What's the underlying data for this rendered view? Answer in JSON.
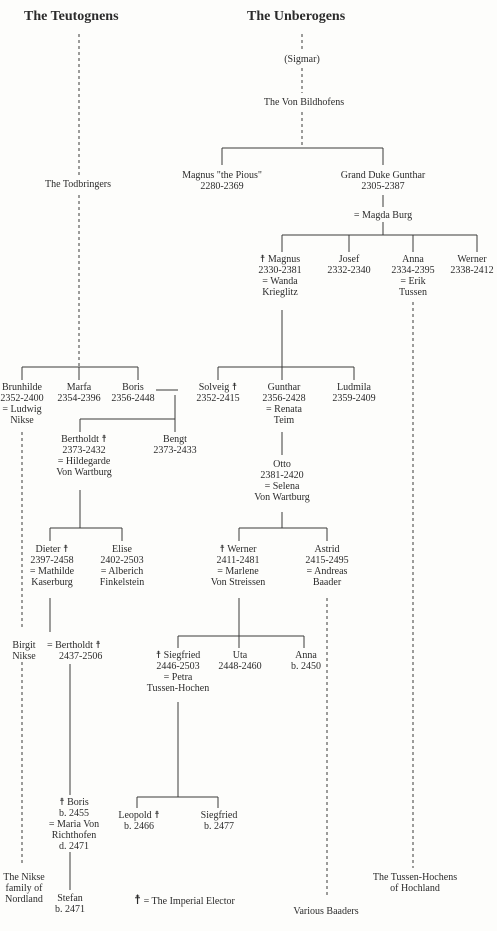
{
  "houses": {
    "teutognens": "The Teutognens",
    "unberogens": "The Unberogens"
  },
  "legend": {
    "symbol": "☨",
    "text": "= The Imperial Elector"
  },
  "people": {
    "sigmar": {
      "lines": [
        "(Sigmar)"
      ]
    },
    "von_bildhofens": {
      "lines": [
        "The Von Bildhofens"
      ]
    },
    "todbringers": {
      "lines": [
        "The Todbringers"
      ]
    },
    "magnus_pious": {
      "lines": [
        "Magnus \"the Pious\"",
        "2280-2369"
      ]
    },
    "gunthar_duke": {
      "lines": [
        "Grand Duke Gunthar",
        "2305-2387"
      ]
    },
    "magda": {
      "lines": [
        "= Magda Burg"
      ]
    },
    "magnus_2330": {
      "elector": true,
      "lines": [
        "Magnus",
        "2330-2381",
        "= Wanda",
        "Krieglitz"
      ]
    },
    "josef": {
      "lines": [
        "Josef",
        "2332-2340"
      ]
    },
    "anna_2334": {
      "lines": [
        "Anna",
        "2334-2395",
        "= Erik",
        "Tussen"
      ]
    },
    "werner_2338": {
      "lines": [
        "Werner",
        "2338-2412"
      ]
    },
    "brunhilde": {
      "lines": [
        "Brunhilde",
        "2352-2400",
        "= Ludwig",
        "Nikse"
      ]
    },
    "marfa": {
      "lines": [
        "Marfa",
        "2354-2396"
      ]
    },
    "boris_2356": {
      "lines": [
        "Boris",
        "2356-2448"
      ]
    },
    "solveig": {
      "elector": true,
      "lines": [
        "Solveig",
        "2352-2415"
      ]
    },
    "gunthar_2356": {
      "lines": [
        "Gunthar",
        "2356-2428",
        "= Renata",
        "Teim"
      ]
    },
    "ludmila": {
      "lines": [
        "Ludmila",
        "2359-2409"
      ]
    },
    "bertholdt_2373": {
      "elector": true,
      "lines": [
        "Bertholdt",
        "2373-2432",
        "= Hildegarde",
        "Von Wartburg"
      ]
    },
    "bengt": {
      "lines": [
        "Bengt",
        "2373-2433"
      ]
    },
    "otto": {
      "lines": [
        "Otto",
        "2381-2420",
        "= Selena",
        "Von Wartburg"
      ]
    },
    "dieter": {
      "elector": true,
      "lines": [
        "Dieter",
        "2397-2458",
        "= Mathilde",
        "Kaserburg"
      ]
    },
    "elise": {
      "lines": [
        "Elise",
        "2402-2503",
        "= Alberich",
        "Finkelstein"
      ]
    },
    "werner_2411": {
      "elector": true,
      "lines": [
        "Werner",
        "2411-2481",
        "= Marlene",
        "Von Streissen"
      ]
    },
    "astrid": {
      "lines": [
        "Astrid",
        "2415-2495",
        "= Andreas",
        "Baader"
      ]
    },
    "birgit": {
      "lines": [
        "Birgit",
        "Nikse"
      ]
    },
    "bertholdt_2437": {
      "elector": true,
      "lines": [
        "= Bertholdt",
        "2437-2506"
      ]
    },
    "siegfried_2446": {
      "elector": true,
      "lines": [
        "Siegfried",
        "2446-2503",
        "= Petra",
        "Tussen-Hochen"
      ]
    },
    "uta": {
      "lines": [
        "Uta",
        "2448-2460"
      ]
    },
    "anna_2450": {
      "lines": [
        "Anna",
        "b. 2450"
      ]
    },
    "boris_2455": {
      "elector": true,
      "lines": [
        "Boris",
        "b. 2455",
        "= Maria Von",
        "Richthofen",
        "d. 2471"
      ]
    },
    "leopold": {
      "elector": true,
      "lines": [
        "Leopold",
        "b. 2466"
      ]
    },
    "siegfried_2477": {
      "lines": [
        "Siegfried",
        "b. 2477"
      ]
    },
    "stefan": {
      "lines": [
        "Stefan",
        "b. 2471"
      ]
    },
    "nikse_family": {
      "lines": [
        "The Nikse",
        "family of",
        "Nordland"
      ]
    },
    "tussen_hochens": {
      "lines": [
        "The Tussen-Hochens",
        "of Hochland"
      ]
    },
    "various_baaders": {
      "lines": [
        "Various Baaders"
      ]
    }
  }
}
